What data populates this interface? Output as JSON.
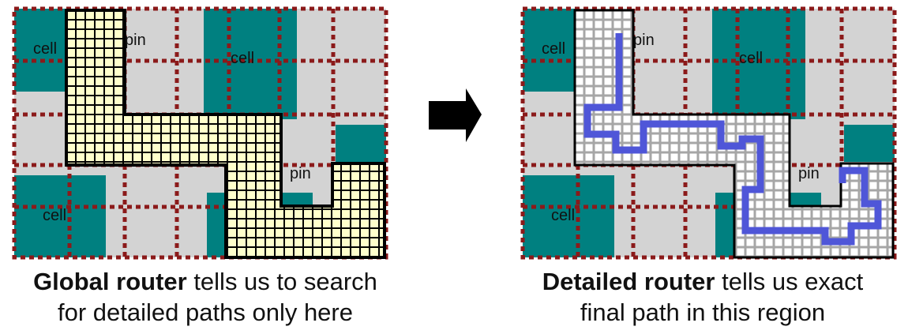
{
  "left_panel": {
    "labels": [
      {
        "id": "cell-tl",
        "text": "cell"
      },
      {
        "id": "pin-top",
        "text": "pin"
      },
      {
        "id": "cell-top",
        "text": "cell"
      },
      {
        "id": "pin-mid",
        "text": "pin"
      },
      {
        "id": "cell-bl",
        "text": "cell"
      }
    ]
  },
  "right_panel": {
    "labels": [
      {
        "id": "cell-tl",
        "text": "cell"
      },
      {
        "id": "pin-top",
        "text": "pin"
      },
      {
        "id": "cell-top",
        "text": "cell"
      },
      {
        "id": "pin-mid",
        "text": "pin"
      },
      {
        "id": "cell-bl",
        "text": "cell"
      }
    ]
  },
  "captions": {
    "left_bold": "Global router",
    "left_rest_line1": " tells us to search",
    "left_line2": "for detailed paths only here",
    "right_bold": "Detailed router",
    "right_rest_line1": " tells us exact",
    "right_line2": "final path in this region"
  },
  "colors": {
    "background": "#d3d3d3",
    "cell": "#008080",
    "gcell_border": "#8b1a1a",
    "global_region": "#ffffcc",
    "detail_region": "#ffffff",
    "path": "#4f56d8",
    "arrow": "#000000"
  }
}
